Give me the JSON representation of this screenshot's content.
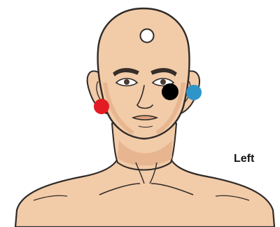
{
  "diagram": {
    "side_label": "Left",
    "colors": {
      "skin": "#f2cba8",
      "skin_shadow": "#e2ad86",
      "outline": "#2f2a27",
      "background": "#ffffff"
    },
    "electrodes": [
      {
        "id": "top",
        "color": "#ffffff",
        "icon": "white-electrode-dot"
      },
      {
        "id": "cheek",
        "color": "#000000",
        "icon": "black-electrode-dot"
      },
      {
        "id": "left-ear",
        "color": "#2f95c8",
        "icon": "blue-electrode-dot"
      },
      {
        "id": "right-ear",
        "color": "#e31b23",
        "icon": "red-electrode-dot"
      }
    ]
  }
}
